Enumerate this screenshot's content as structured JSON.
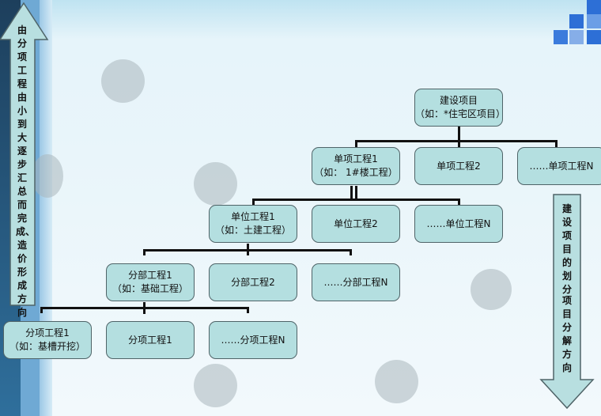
{
  "left_arrow": {
    "text": "由分项工程由小到大逐步汇总而完成、造价形成方向"
  },
  "right_arrow": {
    "text_top": "建设项目的划分",
    "text_bottom": "项目分解方向"
  },
  "nodes": {
    "project": {
      "line1": "建设项目",
      "line2": "（如：*住宅区项目）"
    },
    "single1": {
      "line1": "单项工程1",
      "line2": "（如： 1#楼工程）"
    },
    "single2": {
      "line1": "单项工程2"
    },
    "singleN": {
      "line1": "……单项工程N"
    },
    "unit1": {
      "line1": "单位工程1",
      "line2": "（如：土建工程）"
    },
    "unit2": {
      "line1": "单位工程2"
    },
    "unitN": {
      "line1": "……单位工程N"
    },
    "part1": {
      "line1": "分部工程1",
      "line2": "（如：基础工程）"
    },
    "part2": {
      "line1": "分部工程2"
    },
    "partN": {
      "line1": "……分部工程N"
    },
    "item1a": {
      "line1": "分项工程1",
      "line2": "（如：基槽开挖）"
    },
    "item1b": {
      "line1": "分项工程1"
    },
    "itemN": {
      "line1": "……分项工程N"
    }
  },
  "colors": {
    "box_fill": "#b4dfe0",
    "arrow_fill": "#b8dfe0",
    "line": "#111111",
    "logo_blue": "#2d6fd6"
  }
}
